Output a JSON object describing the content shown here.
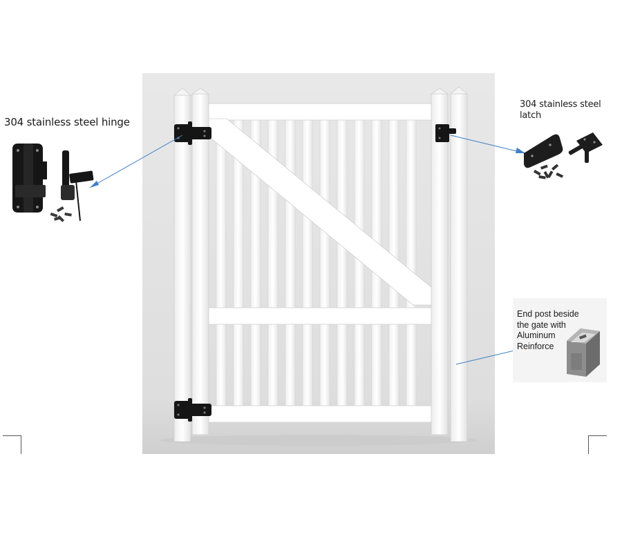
{
  "labels": {
    "hinge": "304 stainless steel hinge",
    "latch": "304 stainless steel latch",
    "end_post": "End post beside\nthe gate with\nAluminum\nReinforce"
  },
  "colors": {
    "backdrop": "#e3e3e3",
    "vinyl": "#fbfbfb",
    "hardware": "#151515",
    "leader": "#3f7fc6"
  }
}
